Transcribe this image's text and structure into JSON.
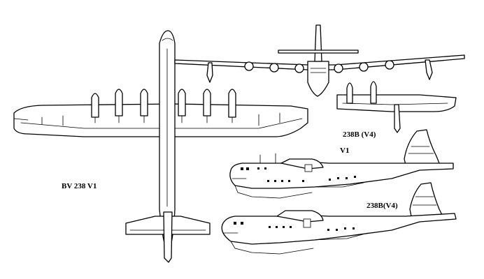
{
  "views": [
    {
      "id": "plan-view",
      "label": "BV 238 V1"
    },
    {
      "id": "partial-plan-v4",
      "label": "238B (V4)"
    },
    {
      "id": "side-view-v1",
      "label": "V1"
    },
    {
      "id": "side-view-v4",
      "label": "238B(V4)"
    }
  ]
}
